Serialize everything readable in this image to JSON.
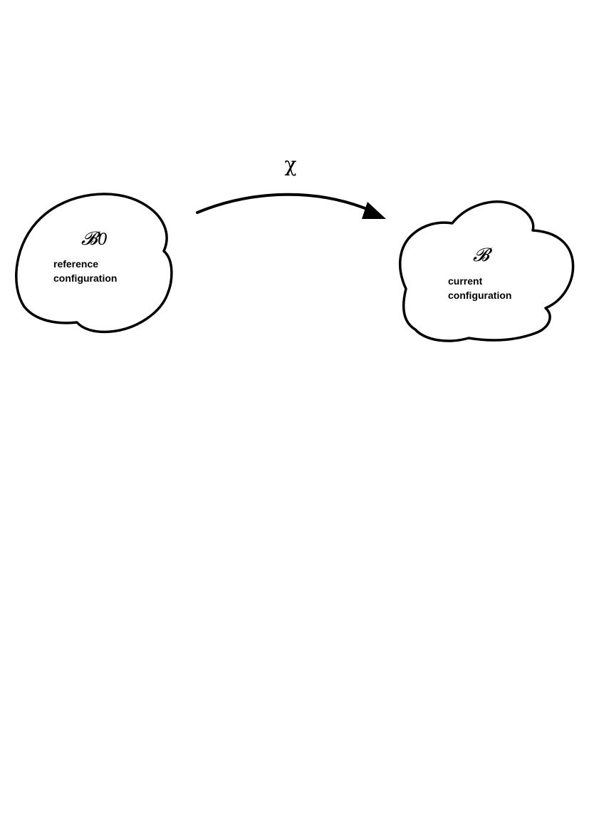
{
  "map_label": "χ",
  "reference": {
    "symbol": "𝓑",
    "subscript": "0",
    "line1": "reference",
    "line2": "configuration"
  },
  "current": {
    "symbol": "𝓑",
    "line1": "current",
    "line2": "configuration"
  }
}
